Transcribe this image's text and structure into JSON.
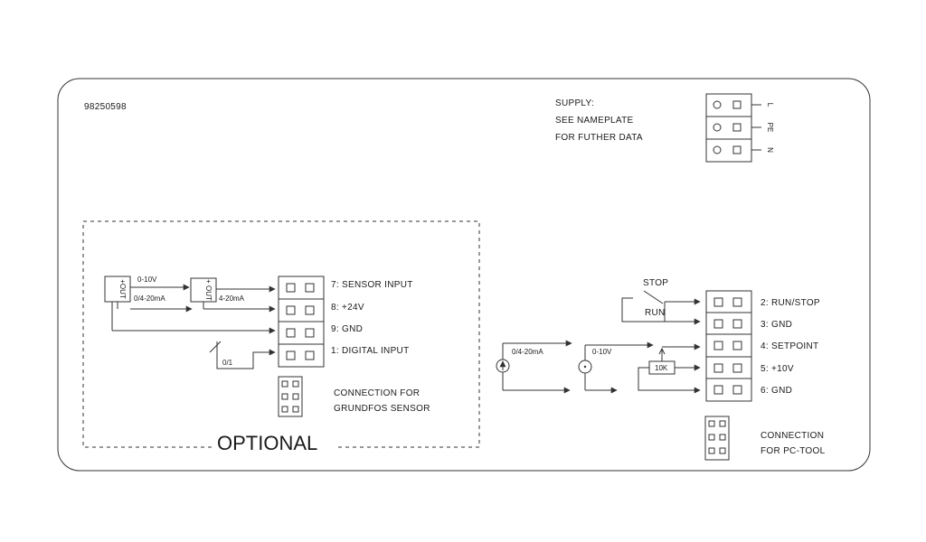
{
  "document_number": "98250598",
  "supply": {
    "lines": [
      "SUPPLY:",
      "SEE NAMEPLATE",
      "FOR FUTHER DATA"
    ],
    "terminal_labels": [
      "L",
      "PE",
      "N"
    ]
  },
  "optional": {
    "label": "OPTIONAL",
    "sensor_signal_1": "0-10V",
    "sensor_signal_2": "0/4-20mA",
    "sensor_signal_3": "4-20mA",
    "sensor_symbol": "+OUT",
    "sensor_symbol_2": "+ OUT",
    "switch_label": "0/1",
    "terminals": [
      "7: SENSOR INPUT",
      "8: +24V",
      "9: GND",
      "1: DIGITAL INPUT"
    ],
    "connector_caption": [
      "CONNECTION FOR",
      "GRUNDFOS SENSOR"
    ]
  },
  "control": {
    "stop_label": "STOP",
    "run_label": "RUN",
    "current_signal": "0/4-20mA",
    "voltage_signal": "0-10V",
    "pot_label": "10K",
    "terminals": [
      "2: RUN/STOP",
      "3: GND",
      "4: SETPOINT",
      "5: +10V",
      "6: GND"
    ],
    "connector_caption": [
      "CONNECTION",
      "FOR PC-TOOL"
    ]
  }
}
